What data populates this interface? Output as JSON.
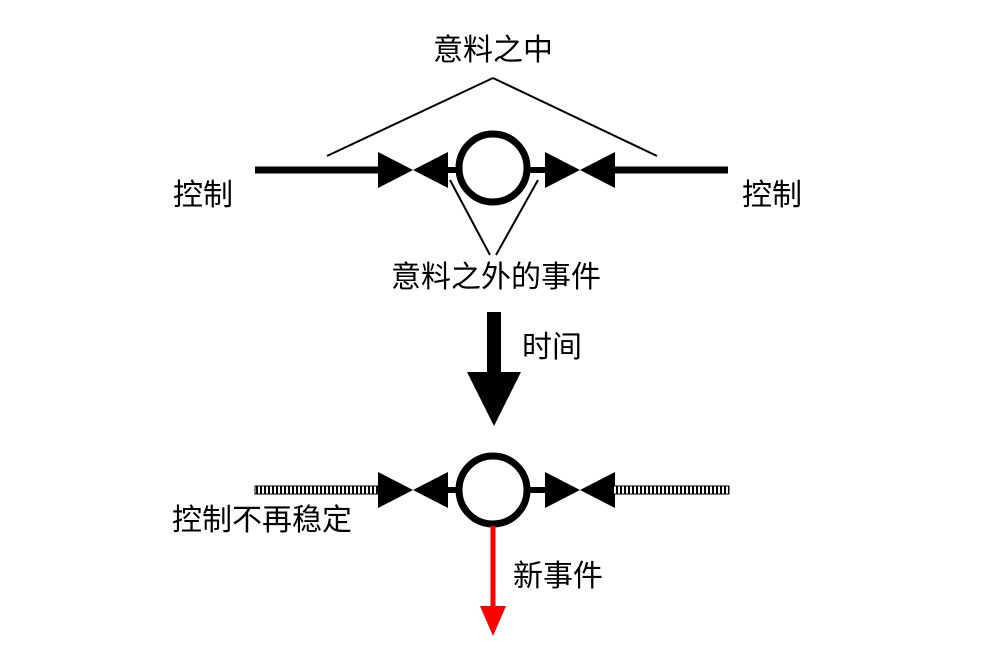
{
  "top": {
    "label": "意料之中",
    "left_label": "控制",
    "right_label": "控制",
    "bottom_label": "意料之外的事件"
  },
  "time": {
    "label": "时间"
  },
  "bottom": {
    "left_label": "控制不再稳定",
    "new_event_label": "新事件"
  },
  "colors": {
    "line": "#000000",
    "new_event_arrow": "#ff0000",
    "background": "#ffffff"
  }
}
